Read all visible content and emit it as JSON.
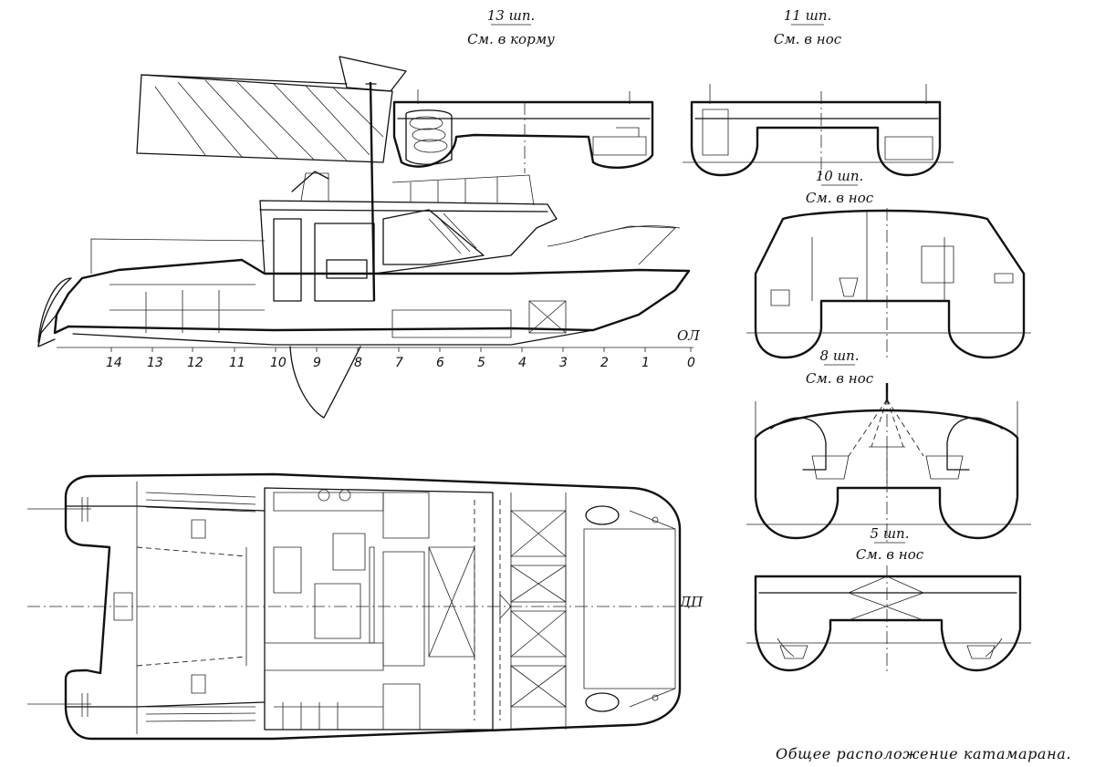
{
  "caption": "Общее расположение катамарана.",
  "baseline_label": "ОЛ",
  "centerline_label": "ДП",
  "station_numbers": [
    "14",
    "13",
    "12",
    "11",
    "10",
    "9",
    "8",
    "7",
    "6",
    "5",
    "4",
    "3",
    "2",
    "1",
    "0"
  ],
  "sections": [
    {
      "frame": "13 шп.",
      "direction": "См. в корму"
    },
    {
      "frame": "11 шп.",
      "direction": "См. в нос"
    },
    {
      "frame": "10 шп.",
      "direction": "См. в нос"
    },
    {
      "frame": "8 шп.",
      "direction": "См. в нос"
    },
    {
      "frame": "5 шп.",
      "direction": "См. в нос"
    }
  ]
}
